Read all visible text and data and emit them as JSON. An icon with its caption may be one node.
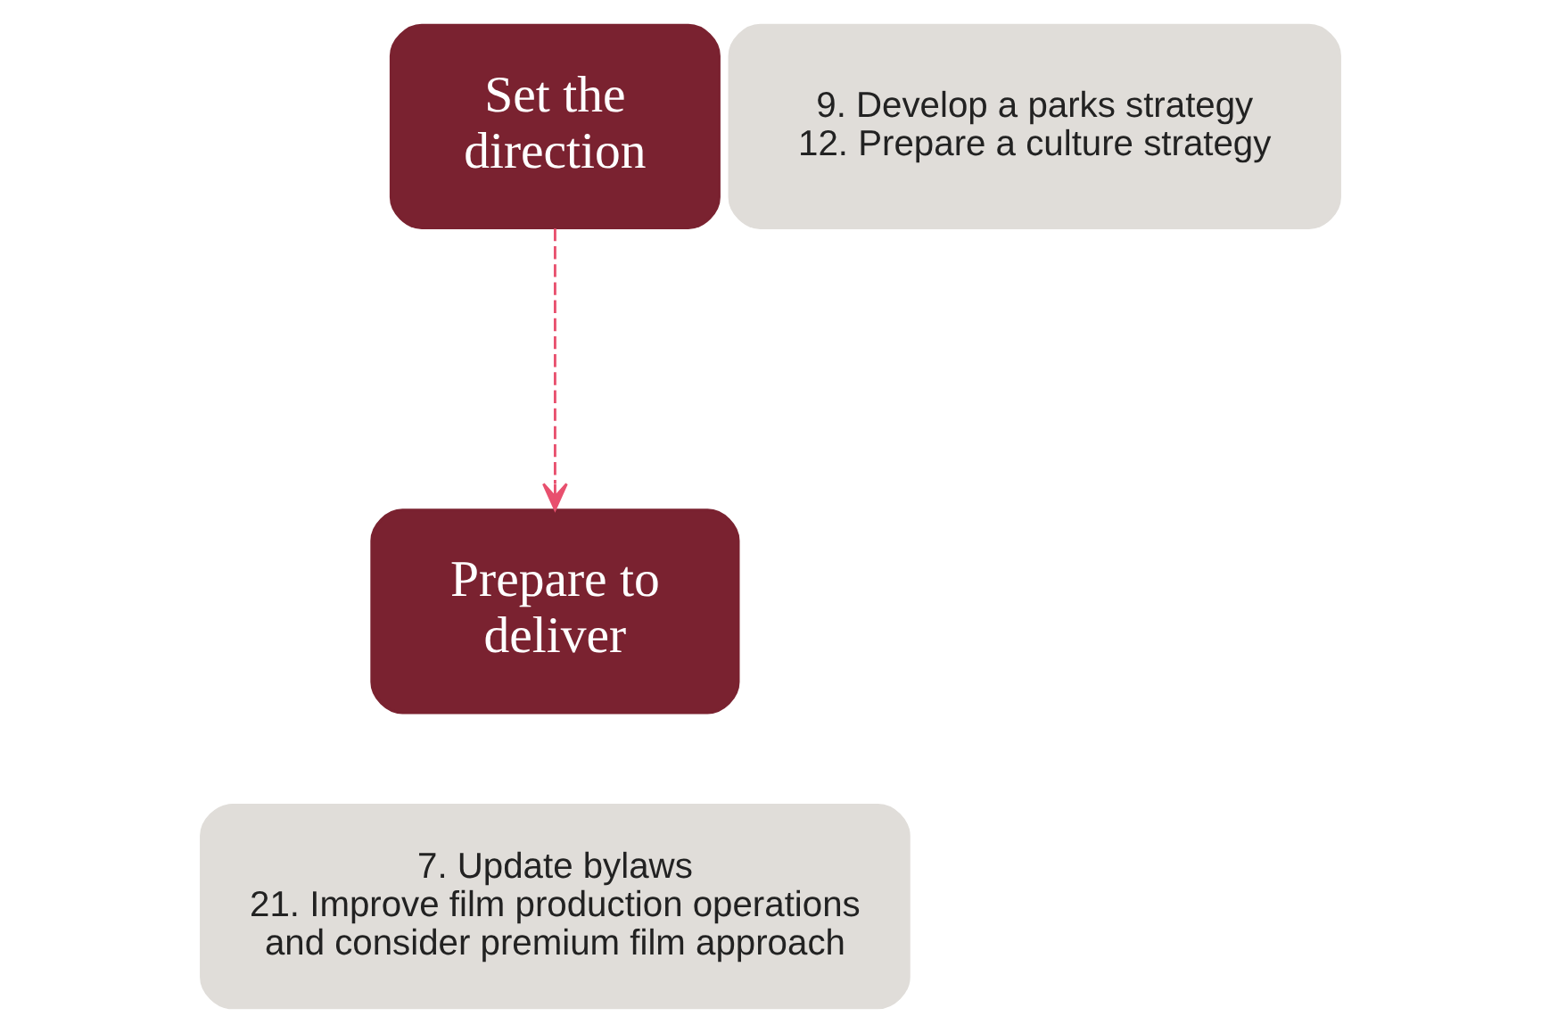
{
  "diagram": {
    "nodes": [
      {
        "text": [
          "Set the direction"
        ]
      },
      {
        "text": [
          "9. Develop a parks strategy",
          "12. Prepare a culture strategy"
        ]
      },
      {
        "text": [
          "Prepare to deliver"
        ]
      },
      {
        "text": [
          "7. Update bylaws",
          "21. Improve film production operations and consider premium film approach"
        ]
      }
    ],
    "edges": [
      {
        "from": 0,
        "to": 2,
        "arrow": "to",
        "style": "dashed",
        "color": "#e8506e"
      }
    ]
  }
}
